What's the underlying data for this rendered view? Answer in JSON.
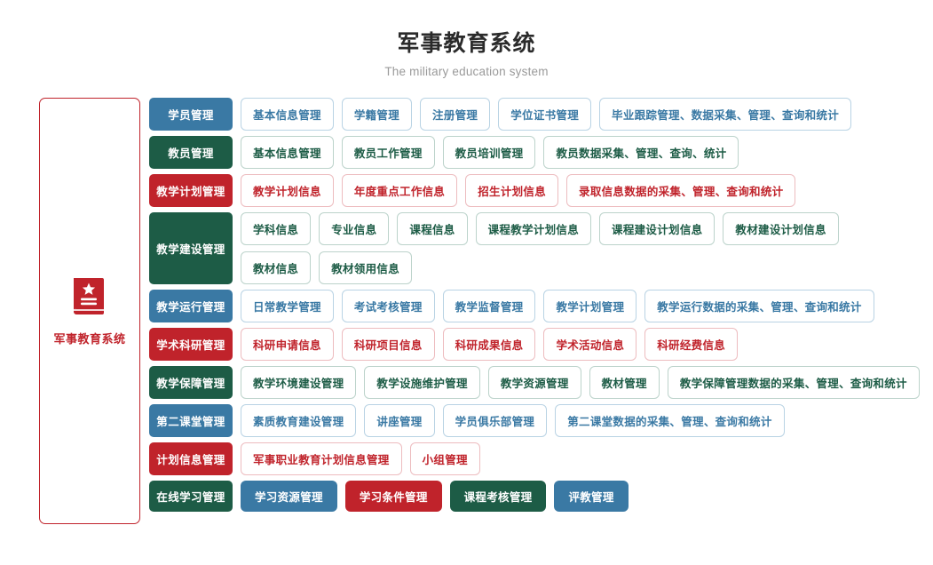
{
  "header": {
    "title": "军事教育系统",
    "subtitle": "The military education system"
  },
  "sidebar": {
    "icon": "book-star-icon",
    "brand_label": "军事教育系统",
    "accent_color": "#c0232b"
  },
  "colors": {
    "blue": "#3a79a4",
    "green": "#1d5c46",
    "red": "#c0232b"
  },
  "rows": [
    {
      "category": "学员管理",
      "color": "blue",
      "style": "outline",
      "lines": [
        [
          "基本信息管理",
          "学籍管理",
          "注册管理",
          "学位证书管理",
          "毕业跟踪管理、数据采集、管理、查询和统计"
        ]
      ]
    },
    {
      "category": "教员管理",
      "color": "green",
      "style": "outline",
      "lines": [
        [
          "基本信息管理",
          "教员工作管理",
          "教员培训管理",
          "教员数据采集、管理、查询、统计"
        ]
      ]
    },
    {
      "category": "教学计划管理",
      "color": "red",
      "style": "outline",
      "lines": [
        [
          "教学计划信息",
          "年度重点工作信息",
          "招生计划信息",
          "录取信息数据的采集、管理、查询和统计"
        ]
      ]
    },
    {
      "category": "教学建设管理",
      "color": "green",
      "style": "outline",
      "lines": [
        [
          "学科信息",
          "专业信息",
          "课程信息",
          "课程教学计划信息",
          "课程建设计划信息",
          "教材建设计划信息"
        ],
        [
          "教材信息",
          "教材领用信息"
        ]
      ]
    },
    {
      "category": "教学运行管理",
      "color": "blue",
      "style": "outline",
      "lines": [
        [
          "日常教学管理",
          "考试考核管理",
          "教学监督管理",
          "教学计划管理",
          "教学运行数据的采集、管理、查询和统计"
        ]
      ]
    },
    {
      "category": "学术科研管理",
      "color": "red",
      "style": "outline",
      "lines": [
        [
          "科研申请信息",
          "科研项目信息",
          "科研成果信息",
          "学术活动信息",
          "科研经费信息"
        ]
      ]
    },
    {
      "category": "教学保障管理",
      "color": "green",
      "style": "outline",
      "lines": [
        [
          "教学环境建设管理",
          "教学设施维护管理",
          "教学资源管理",
          "教材管理",
          "教学保障管理数据的采集、管理、查询和统计"
        ]
      ]
    },
    {
      "category": "第二课堂管理",
      "color": "blue",
      "style": "outline",
      "lines": [
        [
          "素质教育建设管理",
          "讲座管理",
          "学员俱乐部管理",
          "第二课堂数据的采集、管理、查询和统计"
        ]
      ]
    },
    {
      "category": "计划信息管理",
      "color": "red",
      "style": "outline",
      "lines": [
        [
          "军事职业教育计划信息管理",
          "小组管理"
        ]
      ]
    },
    {
      "category": "在线学习管理",
      "color": "green",
      "style": "solid",
      "lines": [
        [
          "学习资源管理",
          "学习条件管理",
          "课程考核管理",
          "评教管理"
        ]
      ],
      "item_colors": [
        [
          "blue",
          "red",
          "green",
          "blue"
        ]
      ]
    }
  ]
}
